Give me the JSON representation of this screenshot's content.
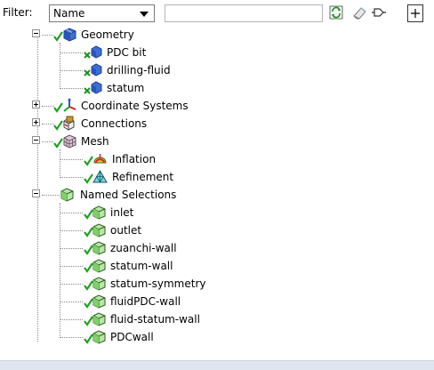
{
  "toolbar": {
    "filter_label": "Filter:",
    "filter_value": "Name",
    "search_value": "",
    "buttons": [
      "refresh-icon",
      "eraser-icon",
      "tag-icon",
      "expand-all-icon"
    ]
  },
  "tree": {
    "geometry": "Geometry",
    "geometry_children": [
      "PDC bit",
      "drilling-fluid",
      "statum"
    ],
    "coordinate_systems": "Coordinate Systems",
    "connections": "Connections",
    "mesh": "Mesh",
    "mesh_children": [
      "Inflation",
      "Refinement"
    ],
    "named_selections": "Named Selections",
    "named_selection_children": [
      "inlet",
      "outlet",
      "zuanchi-wall",
      "statum-wall",
      "statum-symmetry",
      "fluidPDC-wall",
      "fluid-statum-wall",
      "PDCwall"
    ]
  },
  "colors": {
    "check_green": "#22a022",
    "cross_green": "#1d8f1d",
    "cube_blue": "#2a56b8",
    "mesh_pink": "#c05a9a",
    "refine_teal": "#1a9aa8",
    "bottom_bar": "#dfe6ef"
  }
}
